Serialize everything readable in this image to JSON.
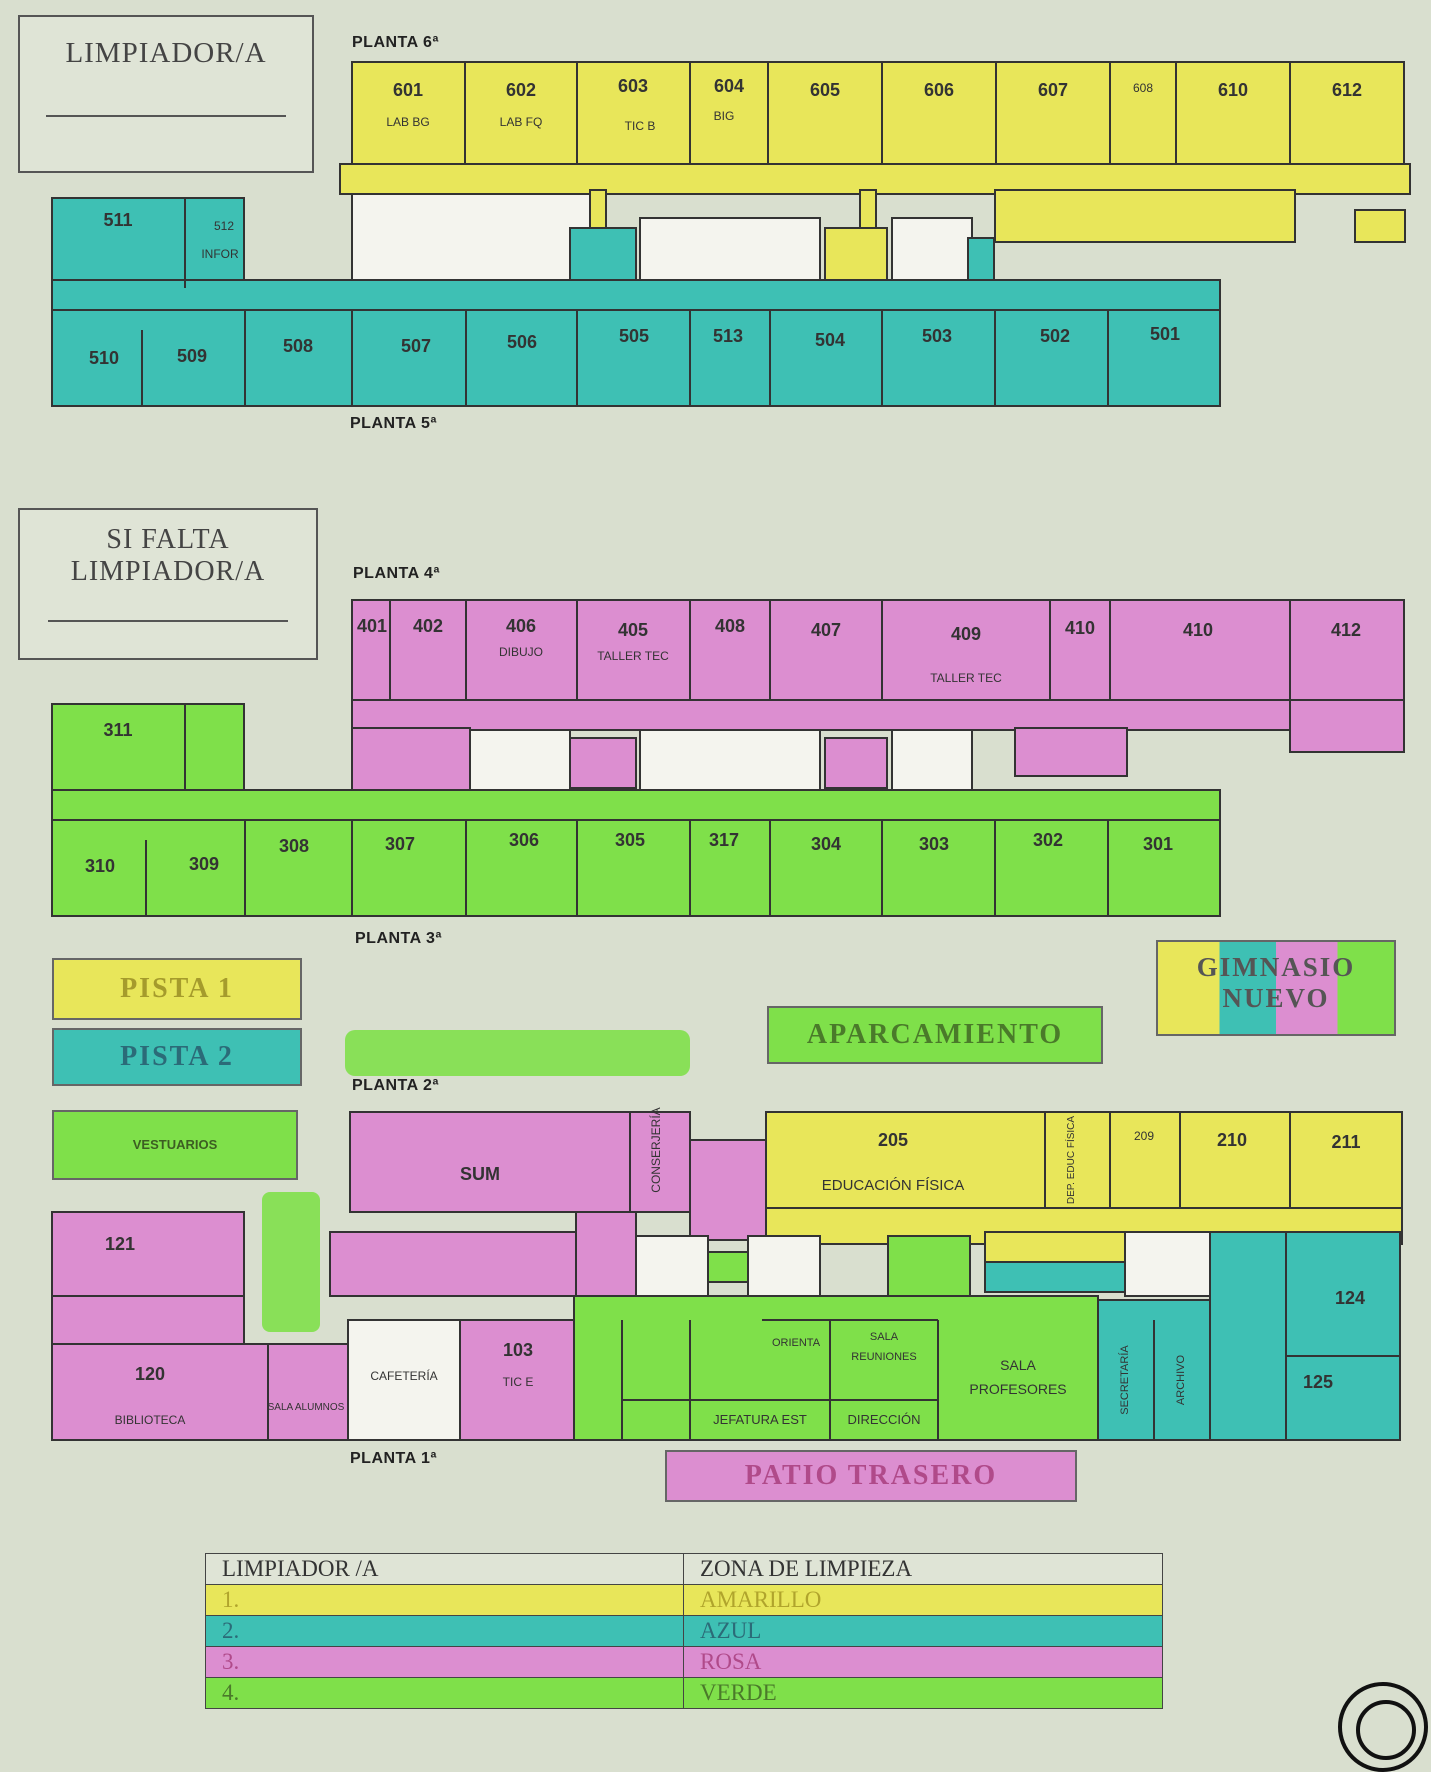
{
  "colors": {
    "yellow": "#e8e65a",
    "blue": "#3ec0b4",
    "pink": "#dc8ed0",
    "green": "#7fe04a",
    "white": "#f4f4ee",
    "paper": "#d9dfcf"
  },
  "boxes": {
    "limpiador": "LIMPIADOR/A",
    "si_falta_1": "SI FALTA",
    "si_falta_2": "LIMPIADOR/A"
  },
  "floors": {
    "p6": "PLANTA 6ª",
    "p5": "PLANTA 5ª",
    "p4": "PLANTA 4ª",
    "p3": "PLANTA 3ª",
    "p2": "PLANTA 2ª",
    "p1": "PLANTA 1ª"
  },
  "zones": {
    "pista1": "PISTA 1",
    "pista2": "PISTA 2",
    "aparcamiento": "APARCAMIENTO",
    "gimnasio_1": "GIMNASIO",
    "gimnasio_2": "NUEVO",
    "patio": "PATIO TRASERO",
    "vestuarios": "VESTUARIOS"
  },
  "rooms": {
    "r601": "601",
    "r601b": "LAB BG",
    "r602": "602",
    "r602b": "LAB FQ",
    "r603": "603",
    "r603b": "TIC B",
    "r604": "604",
    "r604b": "BIG",
    "r605": "605",
    "r606": "606",
    "r607": "607",
    "r608": "608",
    "r610": "610",
    "r612": "612",
    "r511": "511",
    "r512": "512",
    "r512b": "INFOR",
    "r510": "510",
    "r509": "509",
    "r508": "508",
    "r507": "507",
    "r506": "506",
    "r505": "505",
    "r513": "513",
    "r504": "504",
    "r503": "503",
    "r502": "502",
    "r501": "501",
    "r401": "401",
    "r402": "402",
    "r406": "406",
    "r406b": "DIBUJO",
    "r405": "405",
    "r405b": "TALLER TEC",
    "r408": "408",
    "r407": "407",
    "r409": "409",
    "r409b": "TALLER TEC",
    "r410": "410",
    "r411": "410",
    "r412": "412",
    "r311": "311",
    "r310": "310",
    "r309": "309",
    "r308": "308",
    "r307": "307",
    "r306": "306",
    "r305": "305",
    "r317": "317",
    "r304": "304",
    "r303": "303",
    "r302": "302",
    "r301": "301",
    "sum": "SUM",
    "conserjeria": "CONSERJERÍA",
    "r205": "205",
    "r205b": "EDUCACIÓN FÍSICA",
    "dep_edu": "DEP. EDUC FÍSICA",
    "r209": "209",
    "r210": "210",
    "r211": "211",
    "r121": "121",
    "r120": "120",
    "biblioteca": "BIBLIOTECA",
    "sala_alumnos": "SALA ALUMNOS",
    "cafeteria": "CAFETERÍA",
    "r103": "103",
    "r103b": "TIC E",
    "orientacion": "ORIENTA",
    "sala_reuniones_1": "SALA",
    "sala_reuniones_2": "REUNIONES",
    "sala_prof_1": "SALA",
    "sala_prof_2": "PROFESORES",
    "jefatura": "JEFATURA EST",
    "direccion": "DIRECCIÓN",
    "secretaria": "SECRETARÍA",
    "archivo": "ARCHIVO",
    "r124": "124",
    "r125": "125"
  },
  "legend": {
    "header_1": "LIMPIADOR /A",
    "header_2": "ZONA DE LIMPIEZA",
    "rows": [
      {
        "num": "1.",
        "zone": "AMARILLO",
        "color": "#e8e65a",
        "text": "#b0a42c"
      },
      {
        "num": "2.",
        "zone": "AZUL",
        "color": "#3ec0b4",
        "text": "#2b6b78"
      },
      {
        "num": "3.",
        "zone": "ROSA",
        "color": "#dc8ed0",
        "text": "#b04a8a"
      },
      {
        "num": "4.",
        "zone": "VERDE",
        "color": "#7fe04a",
        "text": "#4a7a2a"
      }
    ]
  }
}
